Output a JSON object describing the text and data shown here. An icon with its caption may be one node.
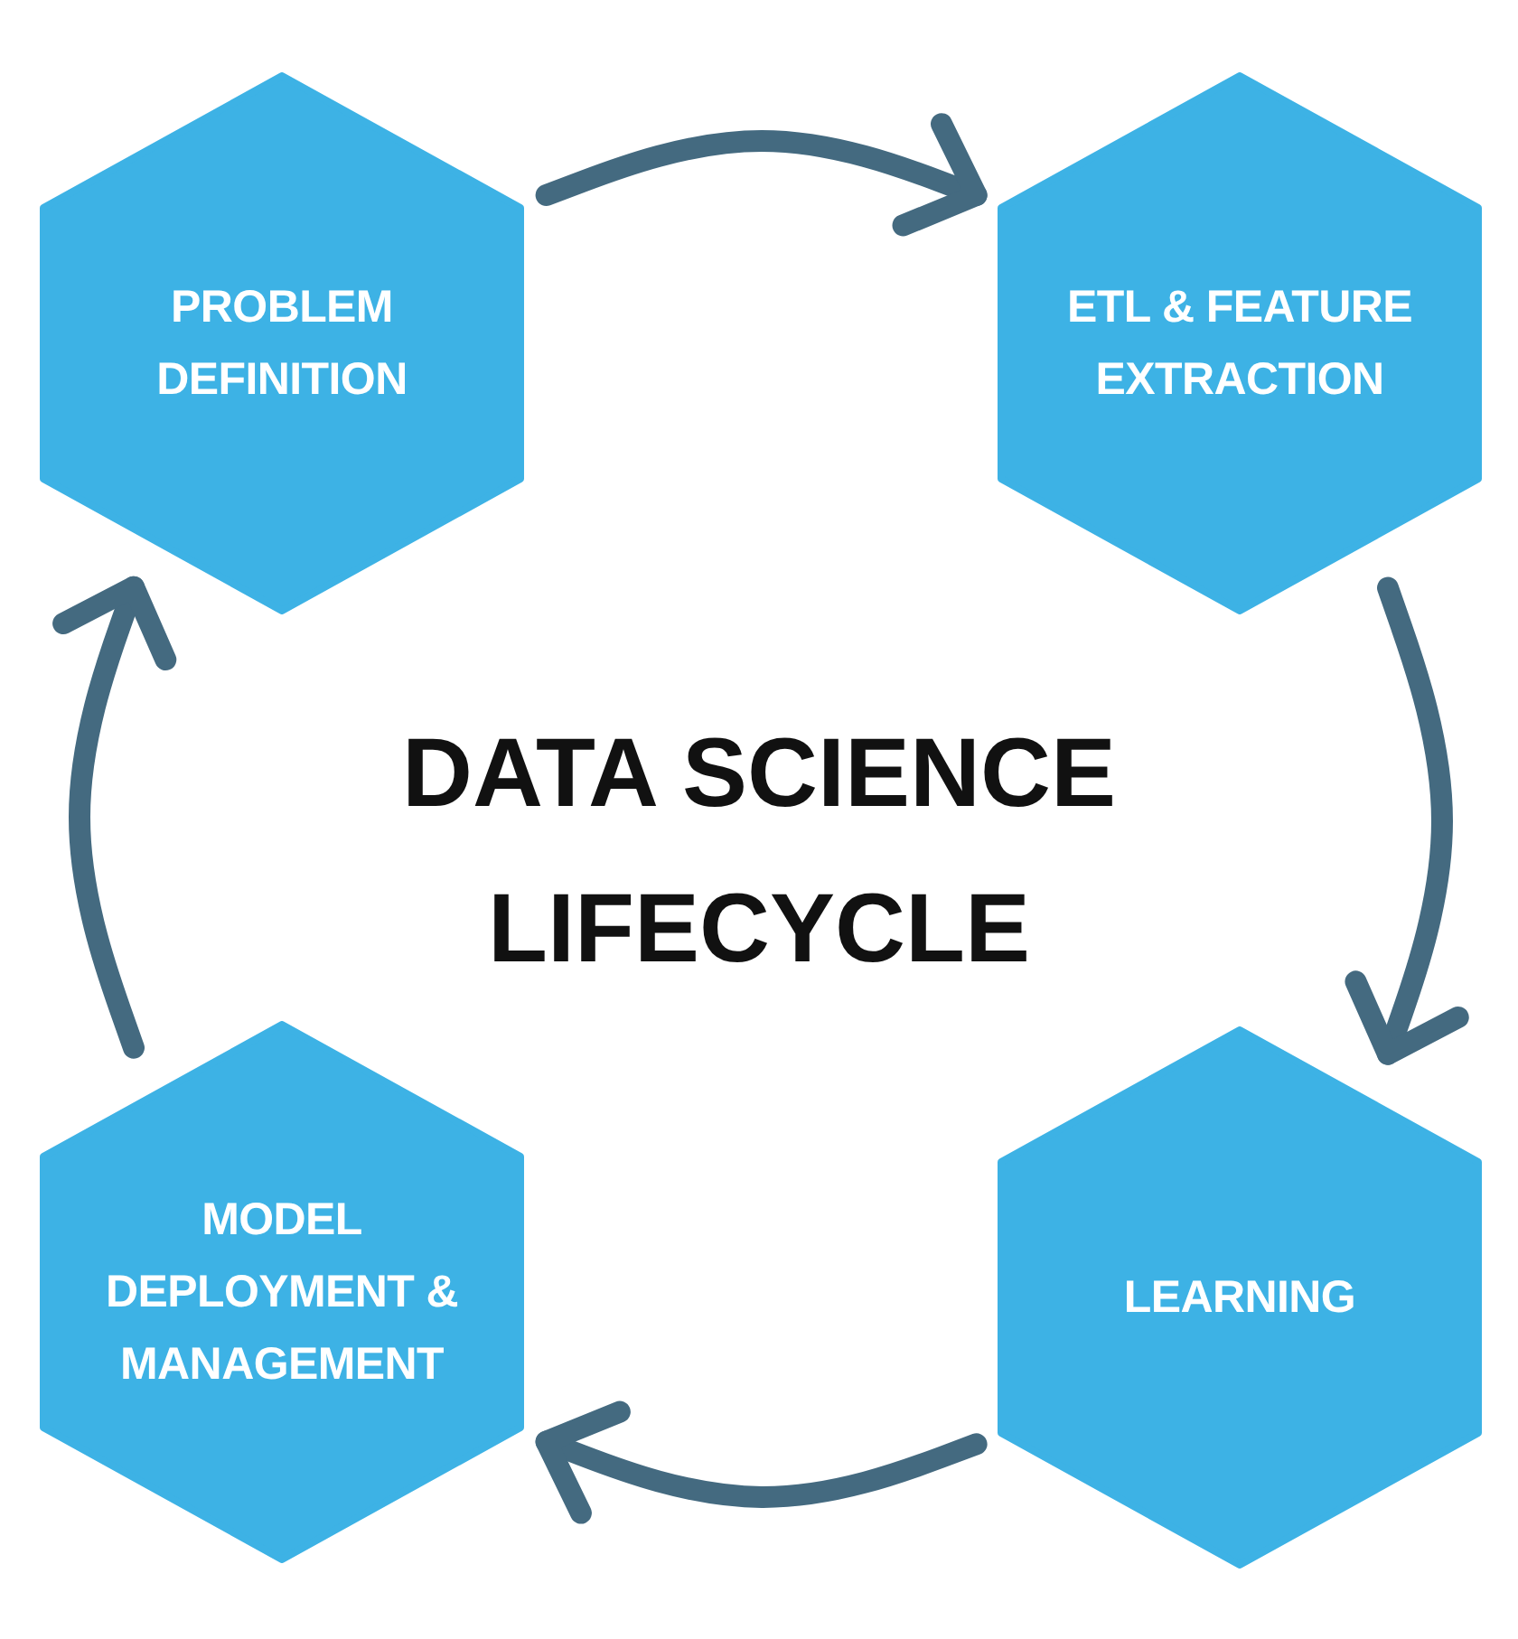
{
  "diagram": {
    "title": "DATA SCIENCE LIFECYCLE",
    "nodes": [
      {
        "text": [
          "PROBLEM DEFINITION"
        ]
      },
      {
        "text": [
          "ETL & FEATURE EXTRACTION"
        ]
      },
      {
        "text": [
          "LEARNING"
        ]
      },
      {
        "text": [
          "MODEL DEPLOYMENT & MANAGEMENT"
        ]
      }
    ],
    "edges": [
      {
        "from": 0,
        "to": 1,
        "arrow": "to"
      },
      {
        "from": 1,
        "to": 2,
        "arrow": "to"
      },
      {
        "from": 2,
        "to": 3,
        "arrow": "to"
      },
      {
        "from": 3,
        "to": 0,
        "arrow": "to"
      }
    ]
  }
}
